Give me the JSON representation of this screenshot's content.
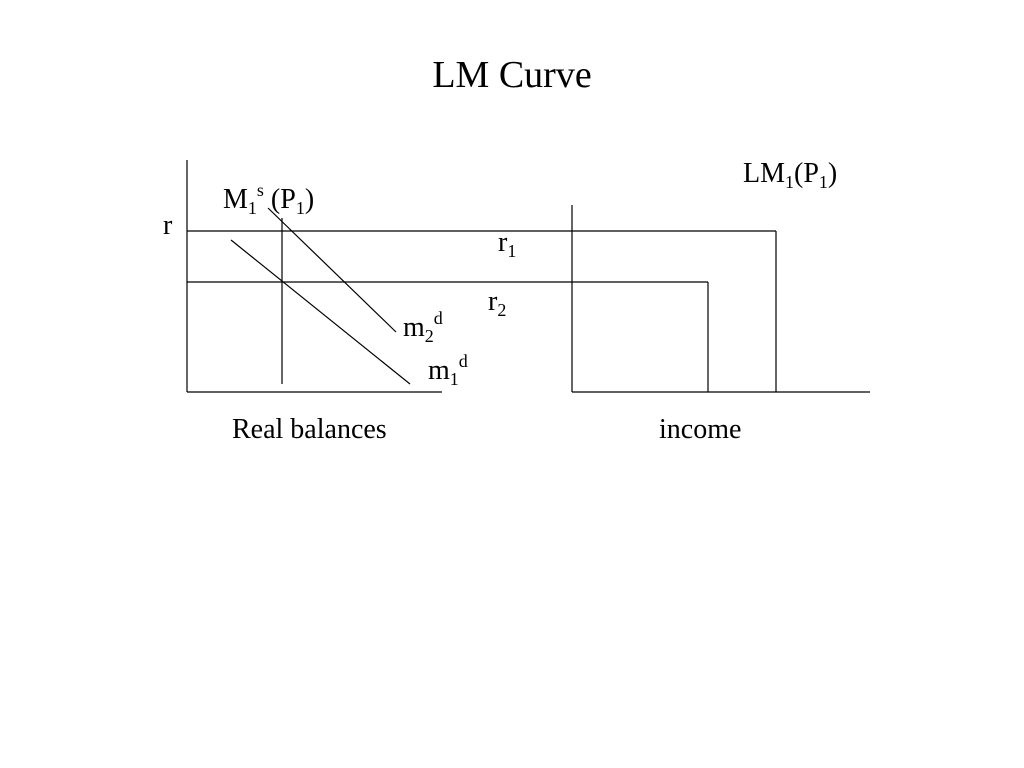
{
  "slide": {
    "title": "LM Curve"
  },
  "money_market": {
    "y_axis_label": "r",
    "x_axis_label": "Real balances",
    "supply_label": {
      "base": "M",
      "sub": "1",
      "sup": "s",
      "arg_open": " (P",
      "arg_sub": "1",
      "arg_close": ")"
    },
    "demand_high_label": {
      "base": "m",
      "sub": "2",
      "sup": "d"
    },
    "demand_low_label": {
      "base": "m",
      "sub": "1",
      "sup": "d"
    }
  },
  "goods_market": {
    "x_axis_label": "income",
    "lm_label": {
      "base": "LM",
      "sub": "1",
      "arg_open": "(P",
      "arg_sub": "1",
      "arg_close": ")"
    },
    "r1_label": {
      "base": "r",
      "sub": "1"
    },
    "r2_label": {
      "base": "r",
      "sub": "2"
    }
  },
  "colors": {
    "ink": "#000000",
    "background": "#ffffff"
  }
}
